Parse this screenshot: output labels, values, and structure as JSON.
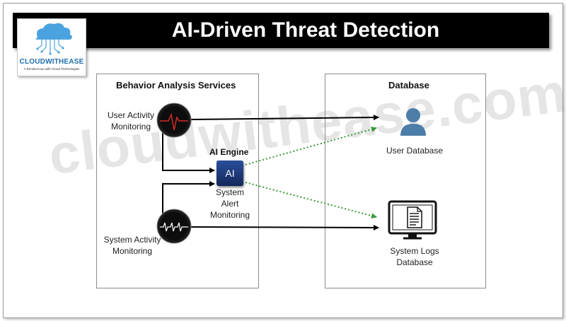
{
  "header": {
    "title": "AI-Driven Threat Detection"
  },
  "logo": {
    "name": "CLOUDWITHEASE",
    "tagline": "A Rendezvous with Cloud Technologies"
  },
  "left_panel": {
    "title": "Behavior Analysis Services",
    "user_activity_label": "User Activity\nMonitoring",
    "system_activity_label": "System Activity\nMonitoring",
    "ai_engine_title": "AI Engine",
    "ai_engine_icon_text": "AI",
    "system_alert_label": "System\nAlert\nMonitoring"
  },
  "right_panel": {
    "title": "Database",
    "user_db_label": "User Database",
    "system_logs_label": "System Logs\nDatabase"
  },
  "watermark": "cloudwithease.com",
  "colors": {
    "title_bg": "#000000",
    "logo_text": "#1f6fb0",
    "user_icon": "#4d7ea8",
    "dotted_arrow": "#3a9a3a",
    "ai_box": "#1e3d7e"
  }
}
